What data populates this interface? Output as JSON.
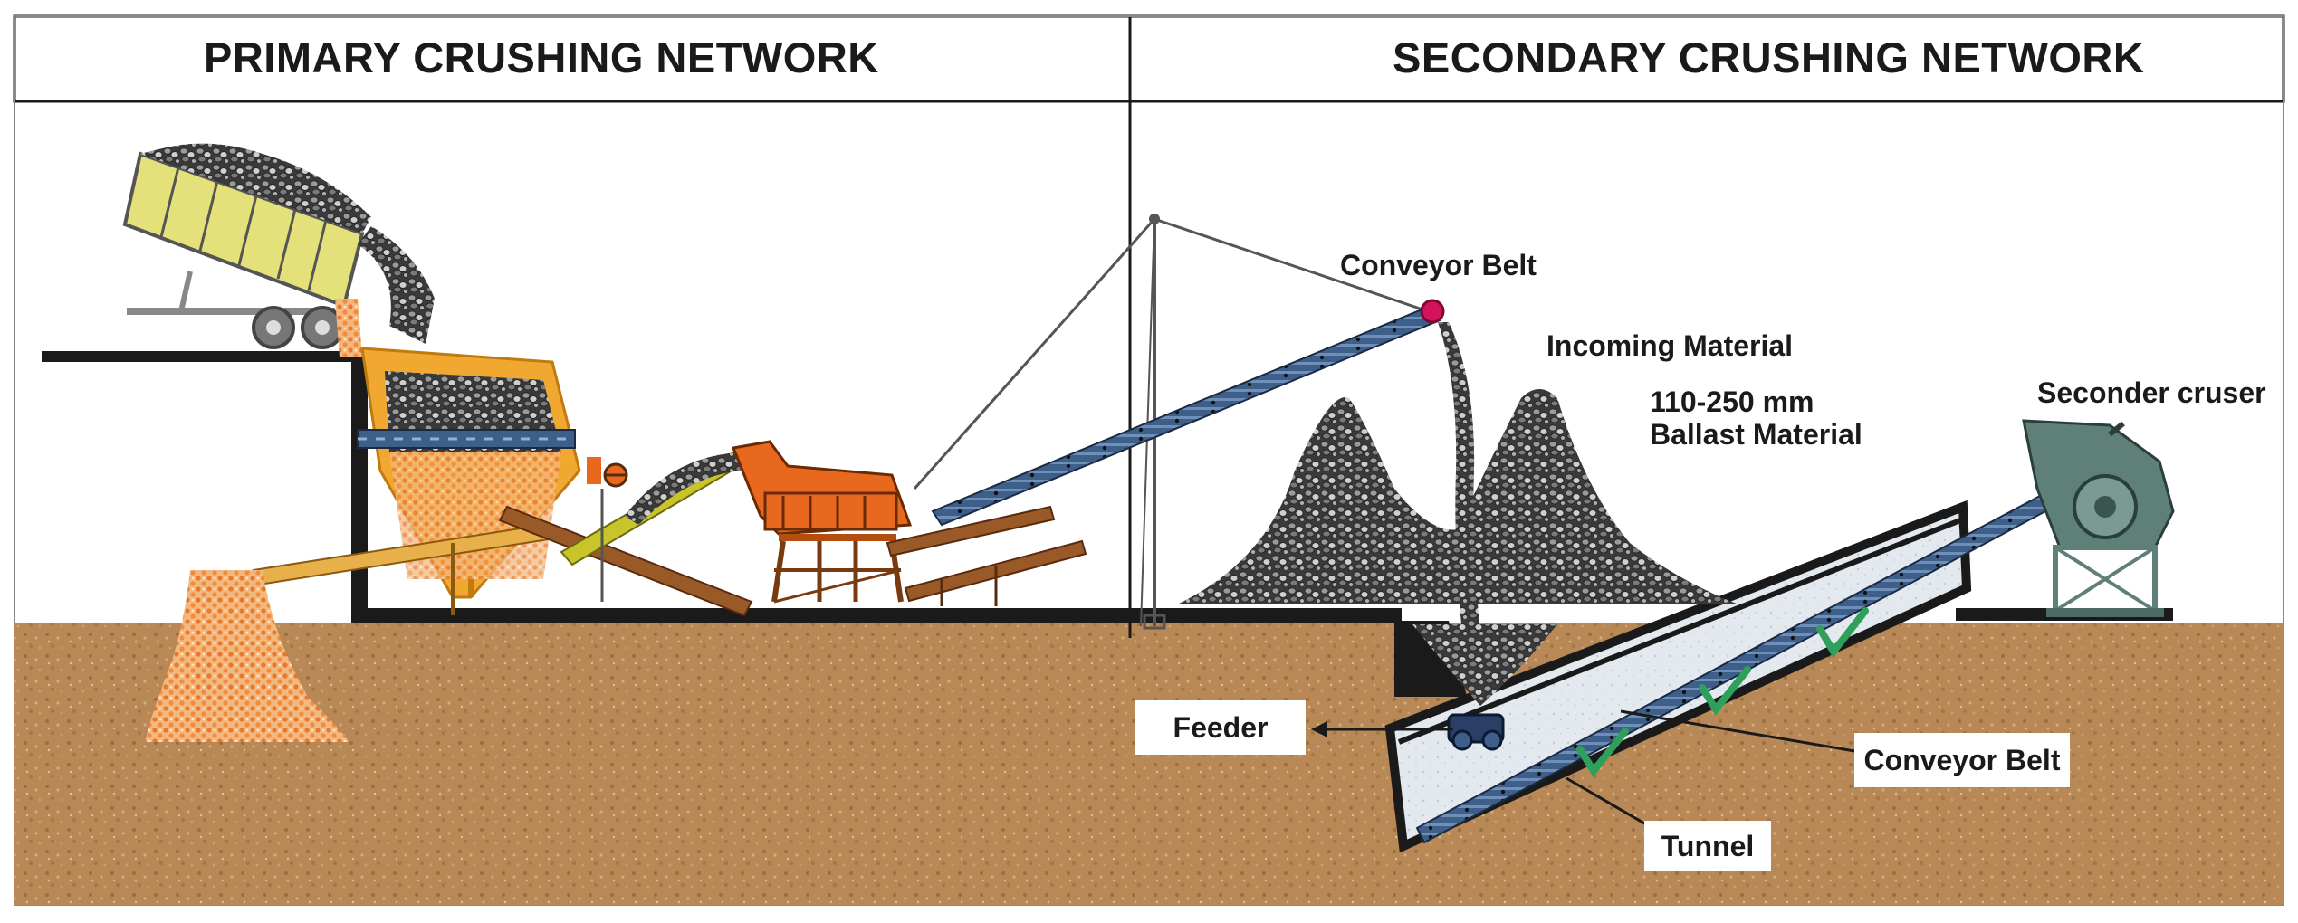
{
  "header": {
    "primary_title": "PRIMARY CRUSHING NETWORK",
    "secondary_title": "SECONDARY CRUSHING NETWORK"
  },
  "labels": {
    "conveyor_belt_top": "Conveyor Belt",
    "incoming_material": "Incoming Material",
    "size_range": "110-250 mm",
    "ballast_material": "Ballast Material",
    "secondary_crusher": "Seconder cruser",
    "feeder": "Feeder",
    "conveyor_belt_bottom": "Conveyor Belt",
    "tunnel": "Tunnel"
  },
  "colors": {
    "soil": "#b98a5c",
    "frame": "#1a1a1a",
    "truck": "#e4e07a",
    "primary_crusher": "#f0a830",
    "jaw_crusher": "#e8691e",
    "conveyor": "#3e5f8a",
    "material_pile": "#555555",
    "secondary_crusher": "#5f8079",
    "tunnel_fill": "#dfe6ea",
    "support_v": "#2fa05a",
    "red_roller": "#d4145a"
  }
}
